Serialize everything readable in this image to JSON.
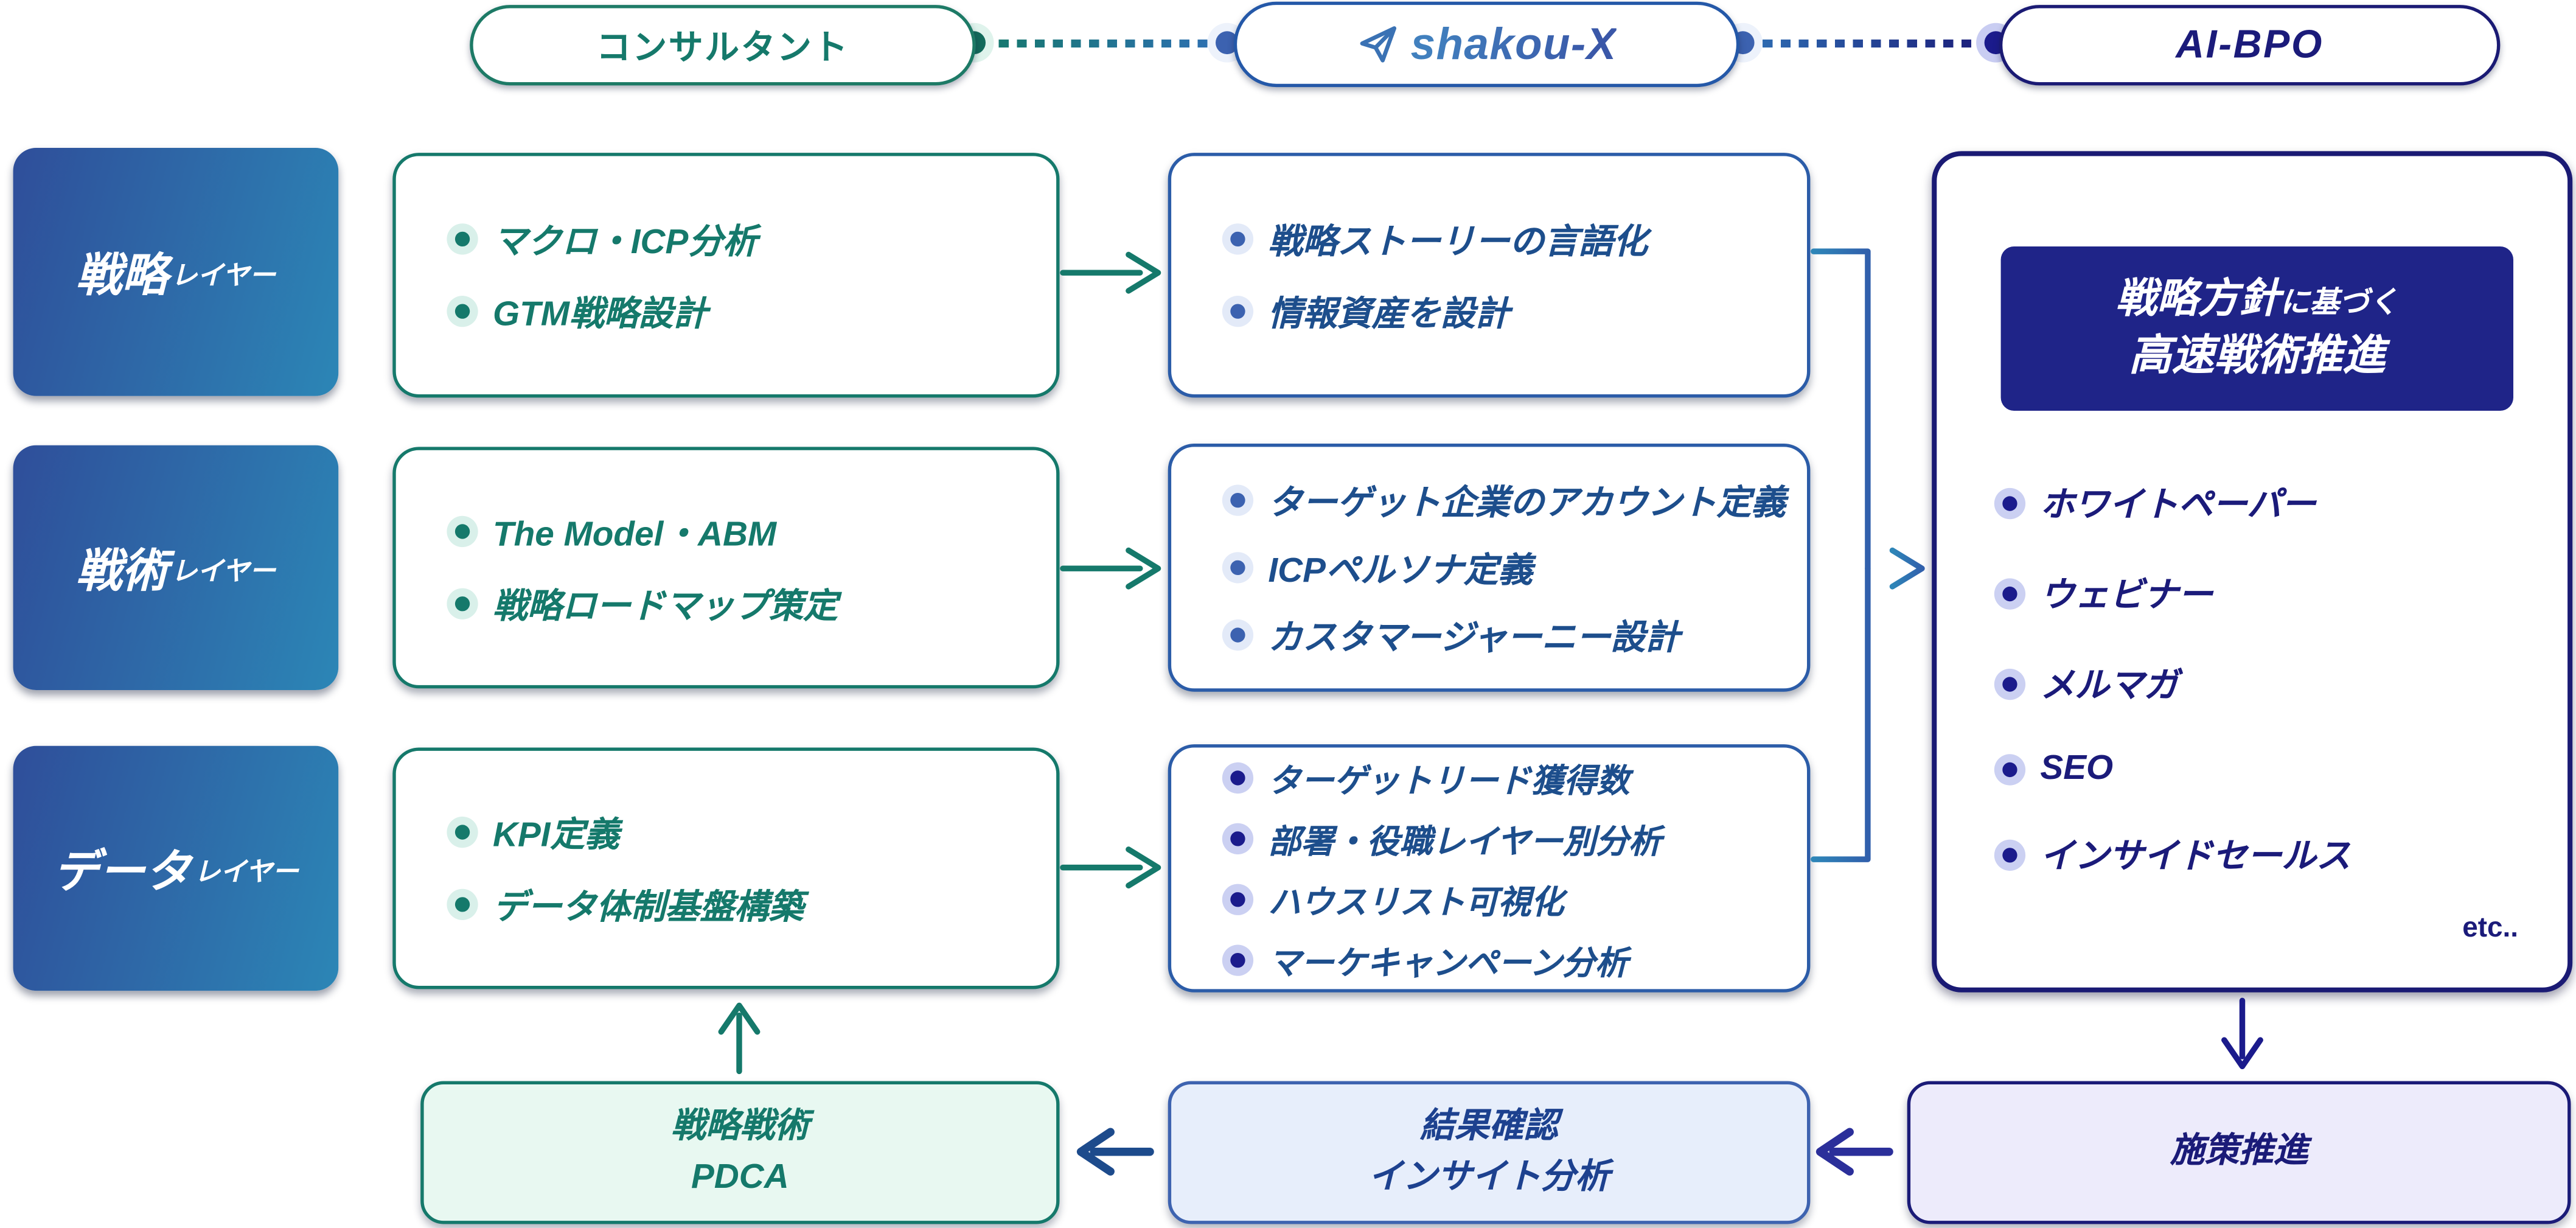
{
  "header": {
    "consultant": "コンサルタント",
    "product": "shakou-X",
    "aibpo": "AI-BPO"
  },
  "layers": [
    {
      "main": "戦略",
      "suffix": "レイヤー"
    },
    {
      "main": "戦術",
      "suffix": "レイヤー"
    },
    {
      "main": "データ",
      "suffix": "レイヤー"
    }
  ],
  "consultant_column": {
    "rows": [
      {
        "items": [
          "マクロ・ICP分析",
          "GTM戦略設計"
        ]
      },
      {
        "items": [
          "The Model・ABM",
          "戦略ロードマップ策定"
        ]
      },
      {
        "items": [
          "KPI定義",
          "データ体制基盤構築"
        ]
      }
    ]
  },
  "product_column": {
    "rows": [
      {
        "items": [
          "戦略ストーリーの言語化",
          "情報資産を設計"
        ]
      },
      {
        "items": [
          "ターゲット企業のアカウント定義",
          "ICPペルソナ定義",
          "カスタマージャーニー設計"
        ]
      },
      {
        "items": [
          "ターゲットリード獲得数",
          "部署・役職レイヤー別分析",
          "ハウスリスト可視化",
          "マーケキャンペーン分析"
        ]
      }
    ]
  },
  "aibpo_panel": {
    "headline_emphasis": "戦略方針",
    "headline_rest": "に基づく",
    "headline_line2": "高速戦術推進",
    "items": [
      "ホワイトペーパー",
      "ウェビナー",
      "メルマガ",
      "SEO",
      "インサイドセールス"
    ],
    "etc": "etc.."
  },
  "bottom": {
    "pdca_line1": "戦略戦術",
    "pdca_line2": "PDCA",
    "result_line1": "結果確認",
    "result_line2": "インサイト分析",
    "promotion": "施策推進"
  },
  "colors": {
    "teal": "#15796B",
    "blue": "#2E6FB4",
    "mid_blue": "#2B5CA8",
    "navy": "#1B1B78",
    "navy_box": "#1F2488",
    "layer_gradient_left": "#2F4E9A",
    "layer_gradient_right": "#2C86B6",
    "pdca_bg": "#E8F8F1",
    "result_bg": "#E7EEFB",
    "promo_bg": "#EDEBFB"
  }
}
